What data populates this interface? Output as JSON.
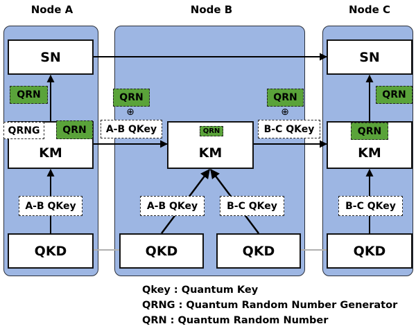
{
  "nodes": {
    "a": {
      "title": "Node A"
    },
    "b": {
      "title": "Node B"
    },
    "c": {
      "title": "Node C"
    }
  },
  "labels": {
    "sn": "SN",
    "km": "KM",
    "qkd": "QKD",
    "qrn": "QRN",
    "qrng": "QRNG",
    "ab_qkey": "A-B QKey",
    "bc_qkey": "B-C QKey",
    "xor": "⊕"
  },
  "legend": {
    "line1": "Qkey : Quantum Key",
    "line2": "QRNG : Quantum Random Number Generator",
    "line3": "QRN : Quantum Random Number"
  },
  "colors": {
    "node_background": "#9db6e3",
    "qrn_fill": "#5aa33a",
    "qkd_link": "#b0b0b0"
  }
}
